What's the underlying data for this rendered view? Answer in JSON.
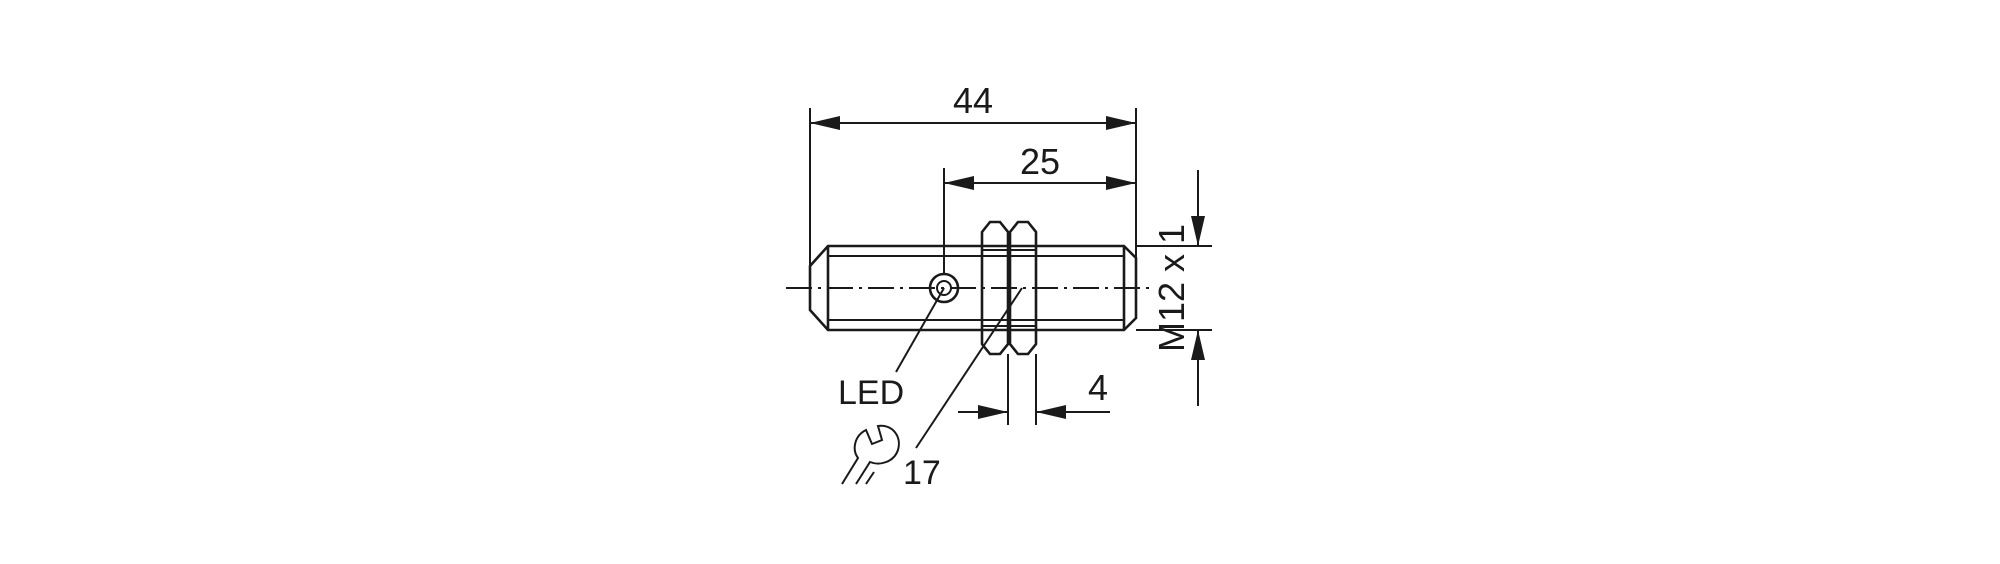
{
  "dimensions": {
    "overall_length": "44",
    "thread_length": "25",
    "nut_thickness": "4",
    "thread_size": "M12 x 1"
  },
  "labels": {
    "led": "LED",
    "wrench_size": "17"
  },
  "icons": {
    "wrench": "wrench-icon"
  },
  "colors": {
    "line": "#1a1a1a",
    "background": "#ffffff"
  }
}
